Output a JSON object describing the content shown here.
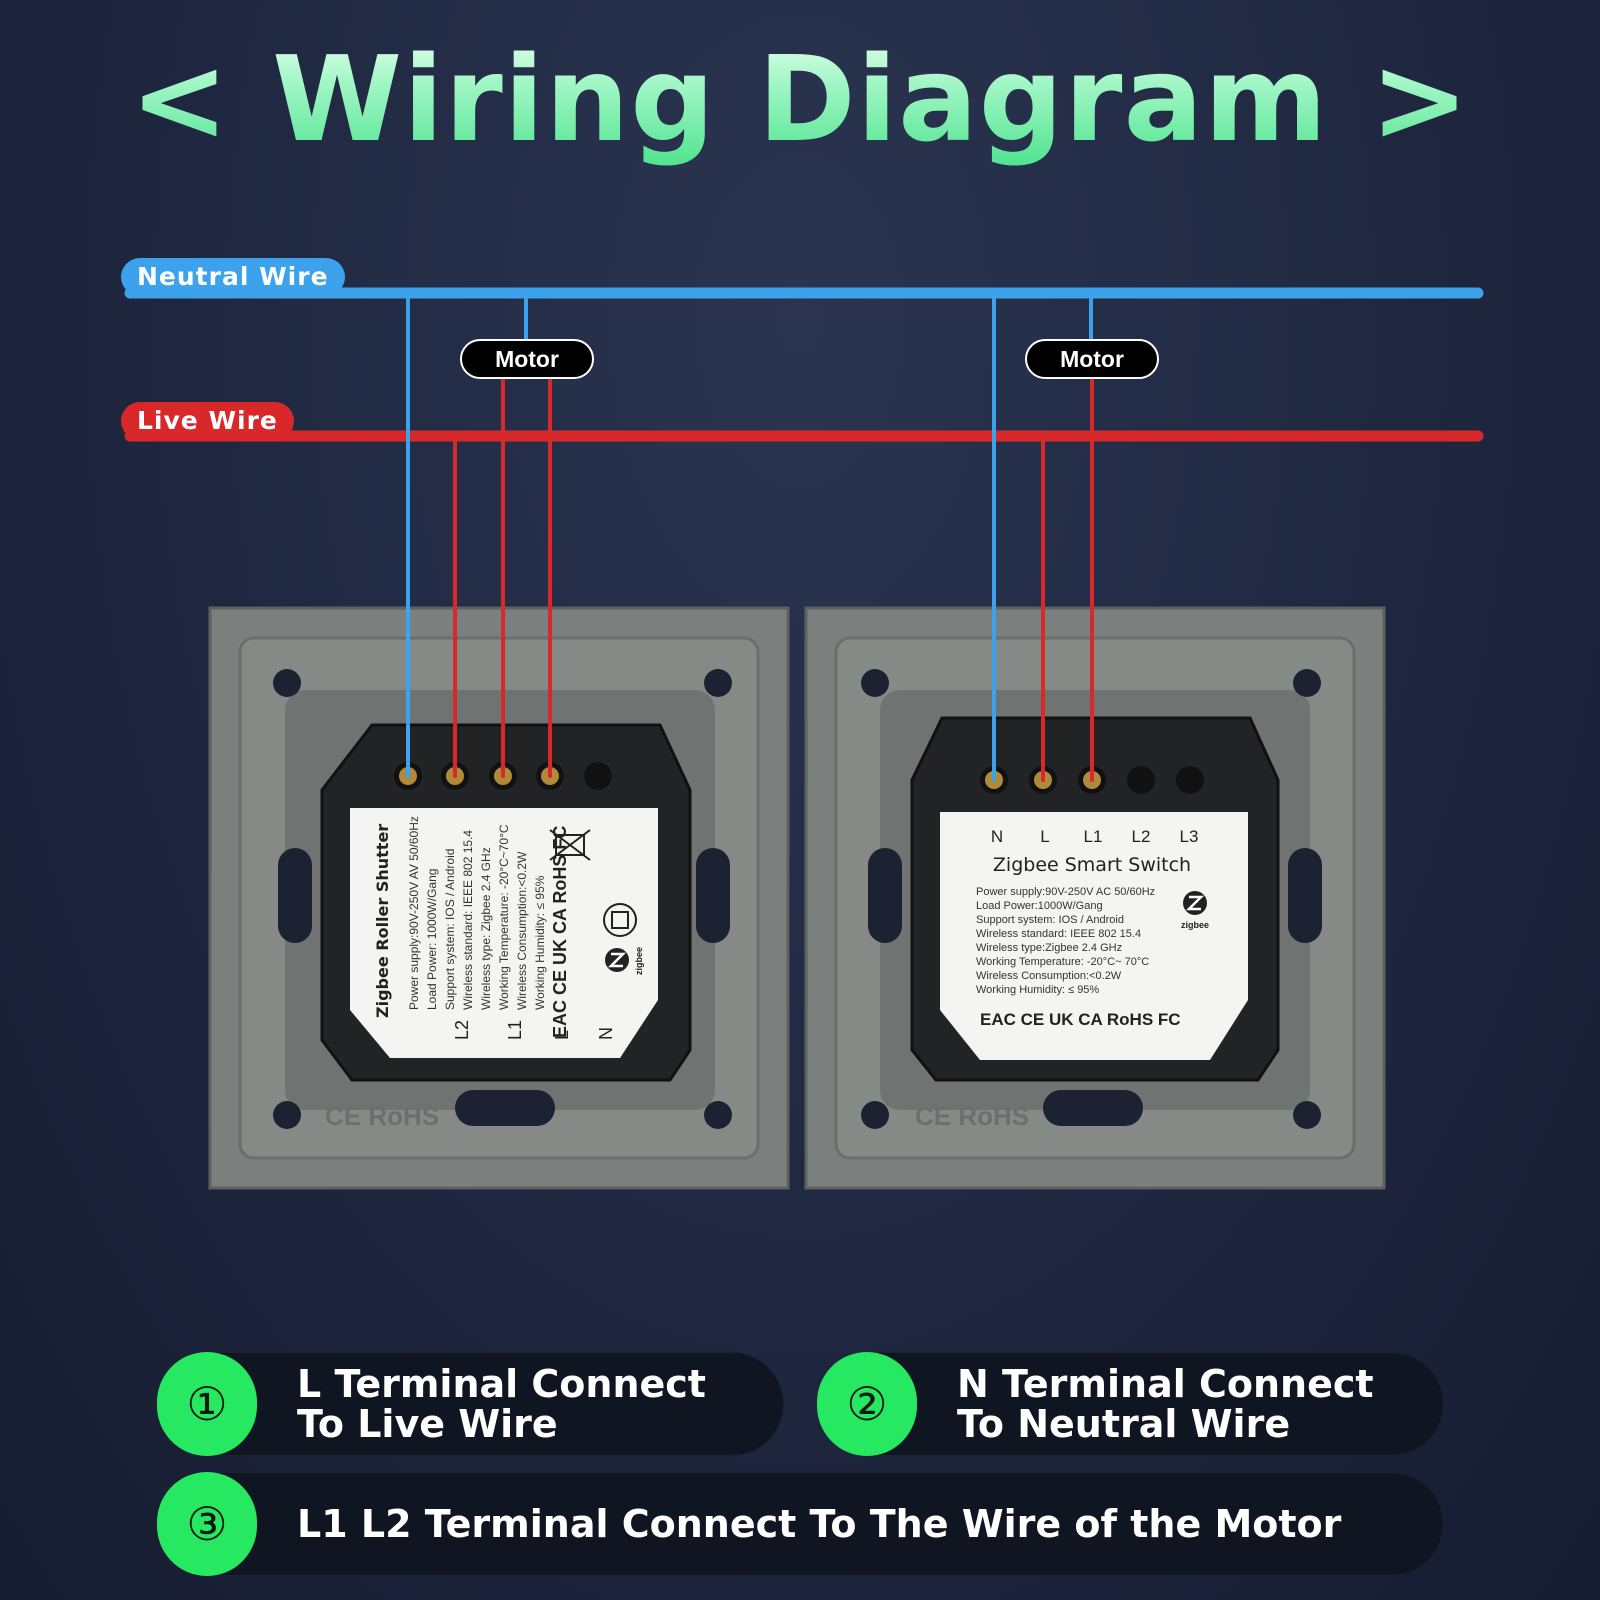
{
  "title": "< Wiring Diagram >",
  "wires": {
    "neutral_label": "Neutral Wire",
    "live_label": "Live Wire",
    "neutral_color": "#3ca2ec",
    "live_color": "#d8282a"
  },
  "motors": [
    "Motor",
    "Motor"
  ],
  "module_left": {
    "name": "Zigbee Roller Shutter",
    "specs": [
      "Power supply:90V-250V AV  50/60Hz",
      "Load Power: 1000W/Gang",
      "Support system: IOS / Android",
      "Wireless standard: IEEE 802 15.4",
      "Wireless type: Zigbee 2.4 GHz",
      "Working Temperature: -20°C~70°C",
      "Wireless Consumption:<0.2W",
      "Working Humidity: ≤ 95%"
    ],
    "terminals": [
      "L2",
      "L1",
      "L",
      "N"
    ],
    "certs": "EAC CE UK CA RoHS FC",
    "brand": "zigbee"
  },
  "module_right": {
    "name": "Zigbee  Smart  Switch",
    "terminals": [
      "N",
      "L",
      "L1",
      "L2",
      "L3"
    ],
    "specs": [
      "Power supply:90V-250V AC  50/60Hz",
      "Load Power:1000W/Gang",
      "Support system: IOS / Android",
      "Wireless standard: IEEE 802 15.4",
      "Wireless type:Zigbee 2.4 GHz",
      "Working Temperature: -20°C~ 70°C",
      "Wireless Consumption:<0.2W",
      "Working Humidity: ≤ 95%"
    ],
    "certs": "EAC CE UK CA RoHS FC",
    "brand": "zigbee"
  },
  "frame_marks": [
    "CE RoHS",
    "CE RoHS"
  ],
  "instructions": [
    {
      "badge": "①",
      "text": "L  Terminal Connect\nTo Live Wire"
    },
    {
      "badge": "②",
      "text": "N  Terminal Connect\nTo Neutral Wire"
    },
    {
      "badge": "③",
      "text": "L1 L2 Terminal Connect To The Wire  of the Motor"
    }
  ]
}
